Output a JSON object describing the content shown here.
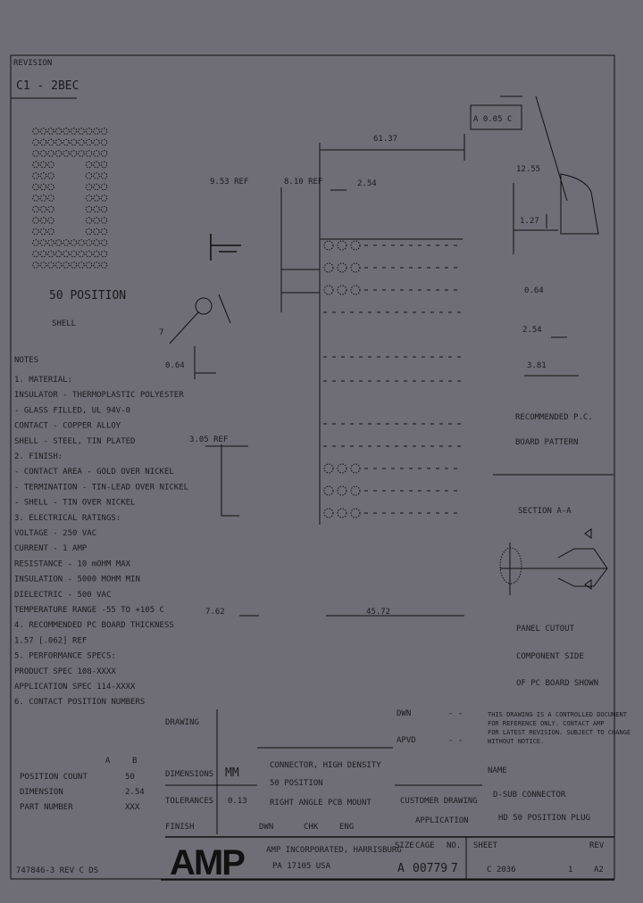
{
  "drawing": {
    "rev_label": "REVISION",
    "rev_value": "C1 - 2BEC",
    "pin_view_label": "50 POSITION",
    "pin_view_sublabel": "SHELL",
    "notes_title": "NOTES",
    "notes": [
      "1. MATERIAL:",
      "   INSULATOR - THERMOPLASTIC POLYESTER",
      "   - GLASS FILLED, UL 94V-0",
      "   CONTACT - COPPER ALLOY",
      "   SHELL - STEEL, TIN PLATED",
      "2. FINISH:",
      "   - CONTACT AREA - GOLD OVER NICKEL",
      "   - TERMINATION - TIN-LEAD OVER NICKEL",
      "   - SHELL - TIN OVER NICKEL",
      "3. ELECTRICAL RATINGS:",
      "   VOLTAGE - 250 VAC",
      "   CURRENT - 1 AMP",
      "   RESISTANCE - 10 mOHM MAX",
      "   INSULATION - 5000 MOHM MIN",
      "   DIELECTRIC - 500 VAC",
      "   TEMPERATURE RANGE -55 TO +105 C",
      "4. RECOMMENDED PC BOARD THICKNESS",
      "   1.57 [.062] REF",
      "5. PERFORMANCE SPECS:",
      "   PRODUCT SPEC 108-XXXX",
      "   APPLICATION SPEC 114-XXXX",
      "6. CONTACT POSITION NUMBERS"
    ],
    "notes_table": {
      "headers": [
        "A",
        "B"
      ],
      "rows": [
        [
          "POSITION COUNT",
          "50"
        ],
        [
          "DIMENSION",
          "2.54"
        ],
        [
          "PART NUMBER",
          "XXX"
        ]
      ]
    },
    "dimensions": {
      "top_overall": "61.37",
      "left_a": "9.53 REF",
      "left_b": "8.10 REF",
      "pitch": "2.54",
      "detail_a": "0.64",
      "detail_b": "12.55",
      "bottom_left": "7.62",
      "bottom_overall": "45.72",
      "tail": "3.05 REF",
      "right_1": "0.64",
      "right_2": "2.54",
      "right_3": "3.81",
      "right_4": "1.27",
      "callout": "7",
      "datum_box": "A 0.05 C"
    },
    "pcb_pattern_title": [
      "RECOMMENDED P.C.",
      "BOARD PATTERN"
    ],
    "section_title": "SECTION A-A",
    "section_note": [
      "PANEL CUTOUT",
      "COMPONENT SIDE",
      "OF PC BOARD SHOWN"
    ]
  },
  "title_block": {
    "drawing_label": "DRAWING",
    "dimensions_label": "DIMENSIONS",
    "tolerances_label": "TOLERANCES",
    "finish_label": "FINISH",
    "dim_value": "MM",
    "tol_value": "0.13",
    "material_lines": [
      "CONNECTOR, HIGH DENSITY",
      "50 POSITION",
      "RIGHT ANGLE PCB MOUNT"
    ],
    "approvals": [
      "DWN",
      "CHK",
      "ENG"
    ],
    "signature_labels": [
      "DWN",
      "APVD"
    ],
    "signature_values": [
      "- -",
      "- -"
    ],
    "approval_note": [
      "CUSTOMER DRAWING",
      "APPLICATION"
    ],
    "customer_note": [
      "THIS DRAWING IS A CONTROLLED DOCUMENT",
      "FOR REFERENCE ONLY. CONTACT AMP",
      "FOR LATEST REVISION. SUBJECT TO CHANGE",
      "WITHOUT NOTICE."
    ],
    "name_label": "NAME",
    "name_lines": [
      "D-SUB CONNECTOR",
      "HD 50 POSITION PLUG"
    ],
    "logo": "AMP",
    "company": [
      "AMP INCORPORATED, HARRISBURG",
      "PA 17105 USA"
    ],
    "size_label": "SIZE",
    "cage_label": "CAGE",
    "no_label": "NO.",
    "size_value": "A",
    "cage_value": "00779",
    "no_value": "7",
    "sheet_label": "SHEET",
    "rev_label": "REV",
    "dwg_value": "C 2036",
    "sheet_value": "1",
    "rev_value": "A2",
    "part_ref": "747846-3 REV C DS"
  }
}
